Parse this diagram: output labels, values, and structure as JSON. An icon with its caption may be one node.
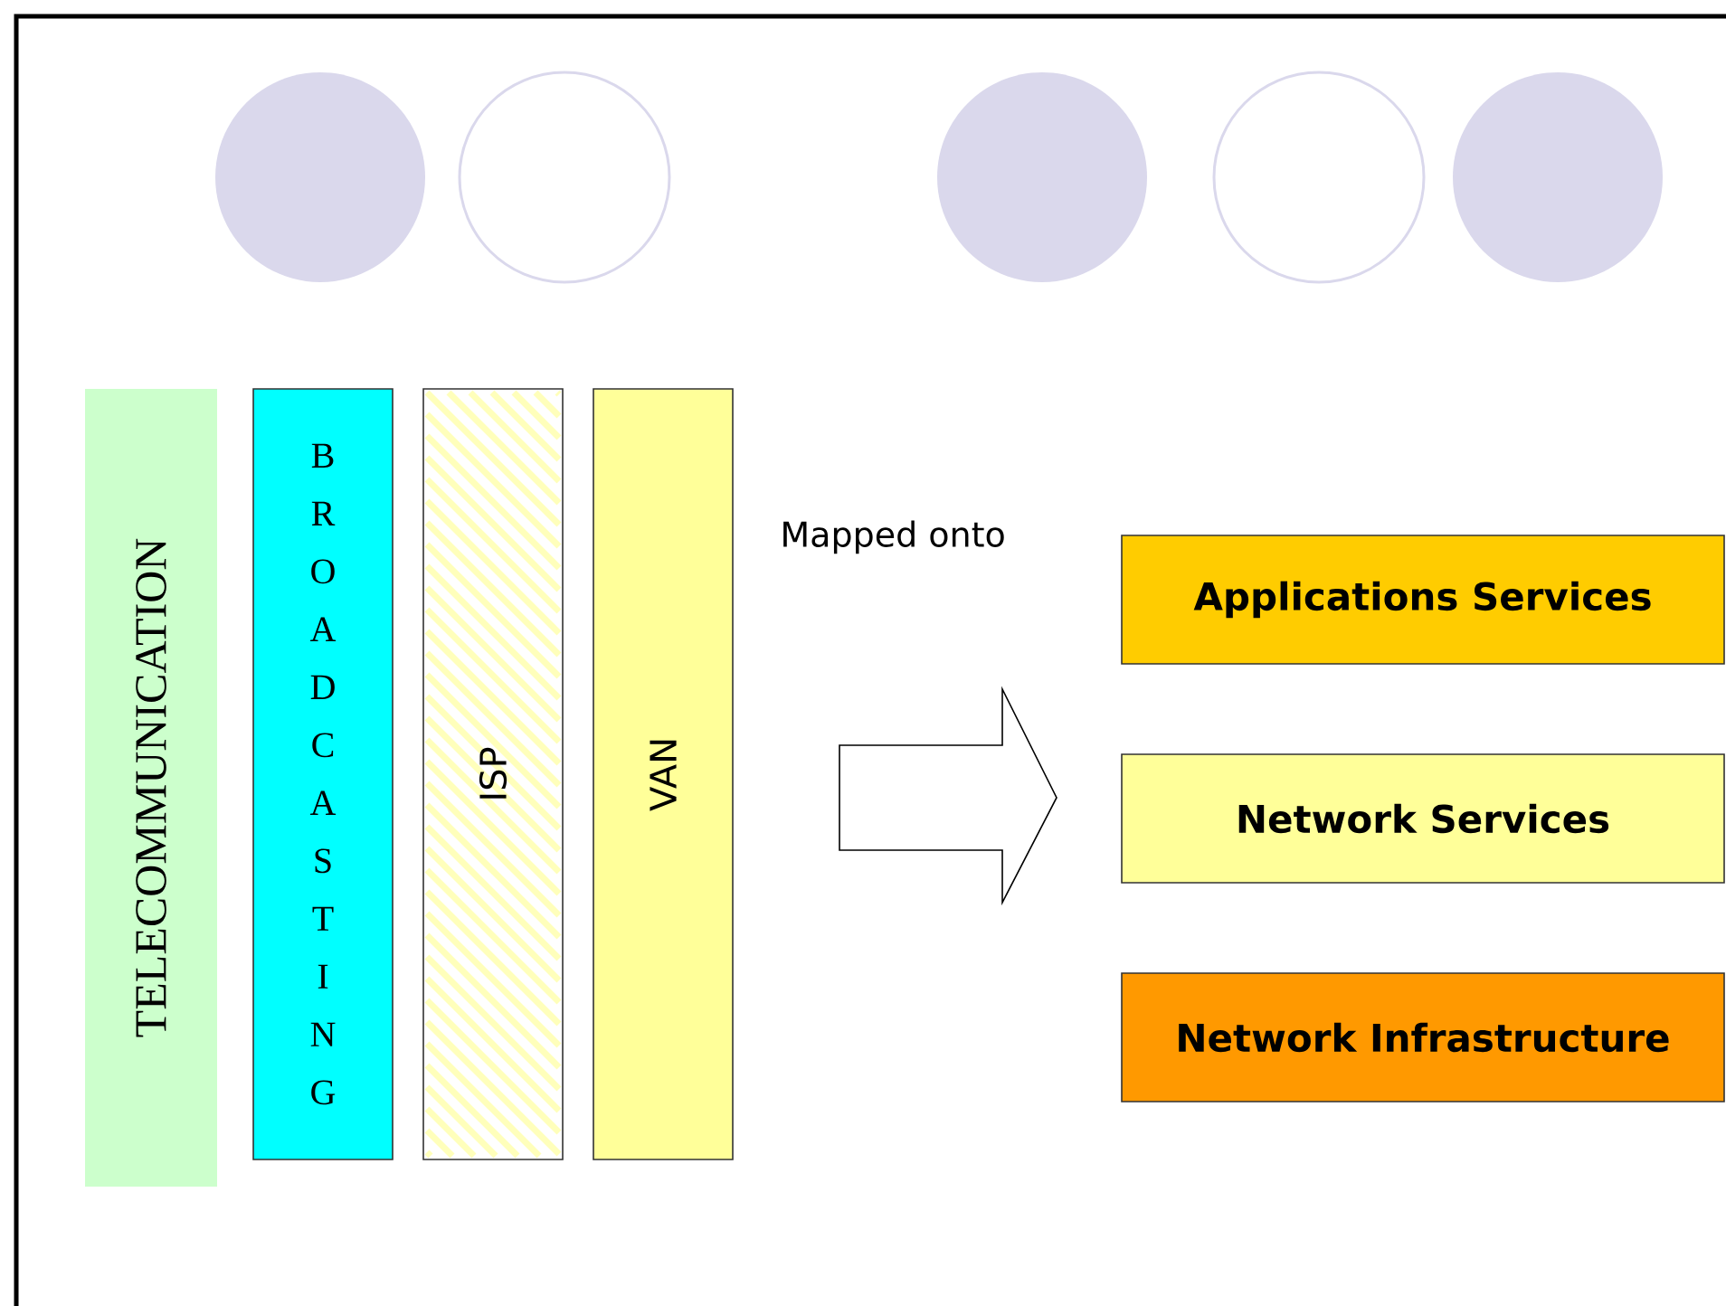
{
  "diagram": {
    "nodes": [
      {
        "text": [
          "TELECOMMUNICATION"
        ]
      },
      {
        "text": [
          "BROADCASTING"
        ]
      },
      {
        "text": [
          "ISP"
        ]
      },
      {
        "text": [
          "VAN"
        ]
      },
      {
        "text": [
          "Applications Services"
        ]
      },
      {
        "text": [
          "Network Services"
        ]
      },
      {
        "text": [
          "Network Infrastructure"
        ]
      }
    ],
    "labels": [
      "Mapped onto"
    ]
  }
}
